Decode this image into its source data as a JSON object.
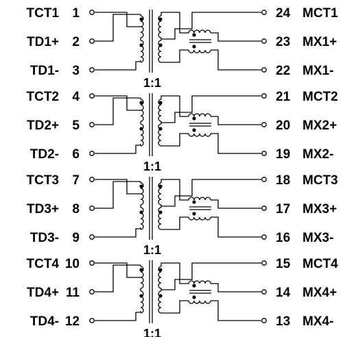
{
  "diagram": {
    "channels": [
      {
        "left": [
          {
            "name": "TCT1",
            "pin": "1"
          },
          {
            "name": "TD1+",
            "pin": "2"
          },
          {
            "name": "TD1-",
            "pin": "3"
          }
        ],
        "right": [
          {
            "pin": "24",
            "name": "MCT1"
          },
          {
            "pin": "23",
            "name": "MX1+"
          },
          {
            "pin": "22",
            "name": "MX1-"
          }
        ],
        "ratio": "1:1"
      },
      {
        "left": [
          {
            "name": "TCT2",
            "pin": "4"
          },
          {
            "name": "TD2+",
            "pin": "5"
          },
          {
            "name": "TD2-",
            "pin": "6"
          }
        ],
        "right": [
          {
            "pin": "21",
            "name": "MCT2"
          },
          {
            "pin": "20",
            "name": "MX2+"
          },
          {
            "pin": "19",
            "name": "MX2-"
          }
        ],
        "ratio": "1:1"
      },
      {
        "left": [
          {
            "name": "TCT3",
            "pin": "7"
          },
          {
            "name": "TD3+",
            "pin": "8"
          },
          {
            "name": "TD3-",
            "pin": "9"
          }
        ],
        "right": [
          {
            "pin": "18",
            "name": "MCT3"
          },
          {
            "pin": "17",
            "name": "MX3+"
          },
          {
            "pin": "16",
            "name": "MX3-"
          }
        ],
        "ratio": "1:1"
      },
      {
        "left": [
          {
            "name": "TCT4",
            "pin": "10"
          },
          {
            "name": "TD4+",
            "pin": "11"
          },
          {
            "name": "TD4-",
            "pin": "12"
          }
        ],
        "right": [
          {
            "pin": "15",
            "name": "MCT4"
          },
          {
            "pin": "14",
            "name": "MX4+"
          },
          {
            "pin": "13",
            "name": "MX4-"
          }
        ],
        "ratio": "1:1"
      }
    ]
  }
}
